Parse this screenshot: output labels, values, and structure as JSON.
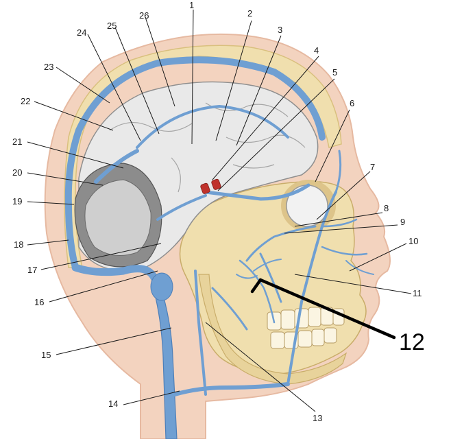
{
  "figure": {
    "labels": [
      "1",
      "2",
      "3",
      "4",
      "5",
      "6",
      "7",
      "8",
      "9",
      "10",
      "11",
      "12",
      "13",
      "14",
      "15",
      "16",
      "17",
      "18",
      "19",
      "20",
      "21",
      "22",
      "23",
      "24",
      "25",
      "26"
    ],
    "highlight_label": "12"
  },
  "colors": {
    "skin": "#f3d3bf",
    "skin_edge": "#e6b9a1",
    "bone": "#f0dfae",
    "bone_dark": "#d9c07e",
    "vein": "#6f9fd2",
    "vein_dark": "#4d7fb8",
    "brain": "#e9e9e9",
    "brain_shadow": "#9a9a9a",
    "artery_red": "#c0322c",
    "leader": "#1a1a1a"
  }
}
